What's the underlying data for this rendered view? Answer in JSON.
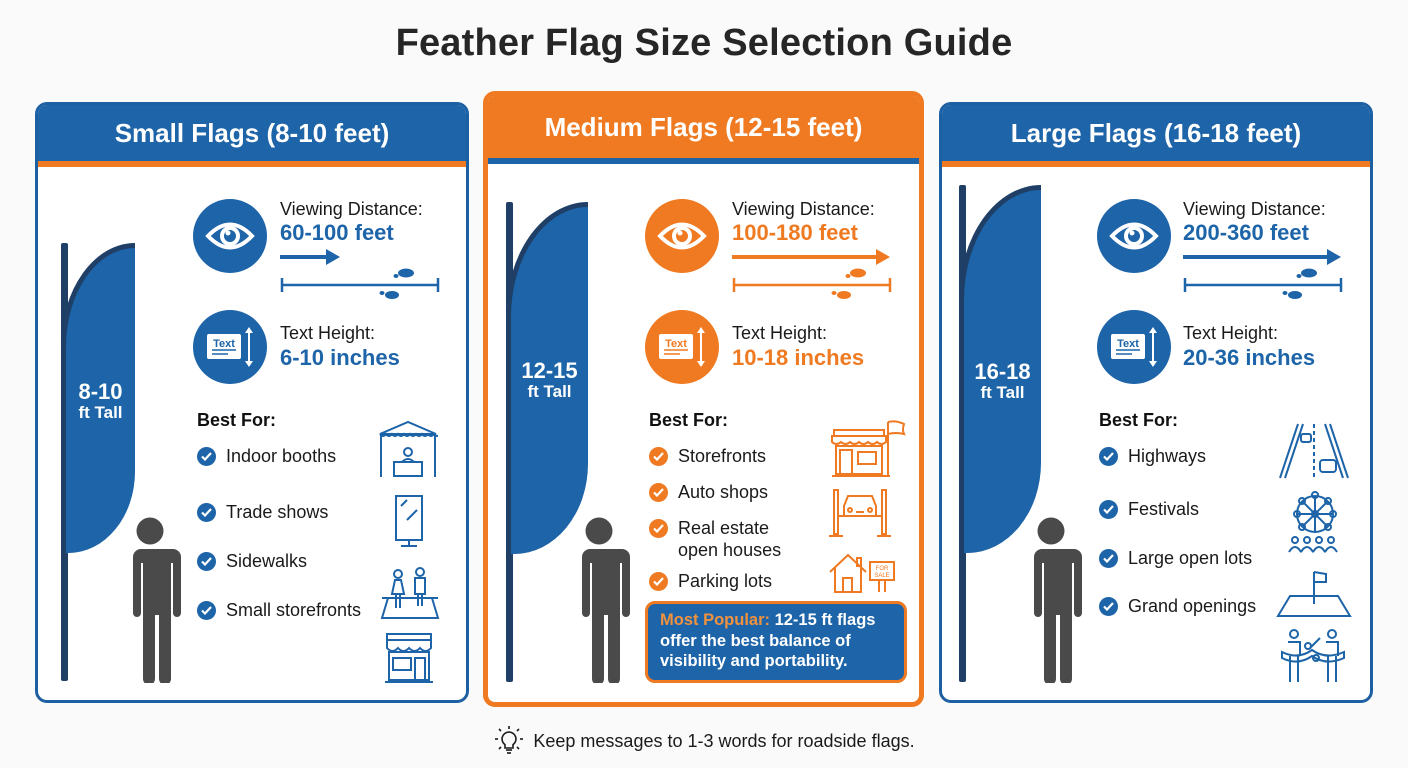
{
  "title": "Feather Flag Size Selection Guide",
  "cards": [
    {
      "header": "Small Flags (8-10 feet)",
      "theme": "blue",
      "flag_size": "8-10",
      "flag_unit": "ft Tall",
      "viewing_label": "Viewing Distance:",
      "viewing_value": "60-100 feet",
      "text_label": "Text Height:",
      "text_value": "6-10 inches",
      "icon_text": "Text",
      "best_for_label": "Best For:",
      "best_for": [
        "Indoor booths",
        "Trade shows",
        "Sidewalks",
        "Small storefronts"
      ],
      "illustrations": [
        "booth-tent-icon",
        "display-stand-icon",
        "sidewalk-pedestrians-icon",
        "small-storefront-icon"
      ]
    },
    {
      "header": "Medium Flags (12-15 feet)",
      "theme": "orange",
      "flag_size": "12-15",
      "flag_unit": "ft Tall",
      "viewing_label": "Viewing Distance:",
      "viewing_value": "100-180 feet",
      "text_label": "Text Height:",
      "text_value": "10-18 inches",
      "icon_text": "Text",
      "best_for_label": "Best For:",
      "best_for": [
        "Storefronts",
        "Auto shops",
        "Real estate\nopen houses",
        "Parking lots"
      ],
      "best_for_lines": [
        [
          "Storefronts"
        ],
        [
          "Auto shops"
        ],
        [
          "Real estate",
          "open houses"
        ],
        [
          "Parking lots"
        ]
      ],
      "illustrations": [
        "storefront-flag-icon",
        "car-lift-icon",
        "house-for-sale-icon"
      ],
      "sale_sign": "FOR SALE",
      "callout": {
        "highlight": "Most Popular:",
        "text": " 12-15 ft flags offer the best balance of visibility and portability."
      }
    },
    {
      "header": "Large Flags (16-18 feet)",
      "theme": "blue",
      "flag_size": "16-18",
      "flag_unit": "ft Tall",
      "viewing_label": "Viewing Distance:",
      "viewing_value": "200-360 feet",
      "text_label": "Text Height:",
      "text_value": "20-36 inches",
      "icon_text": "Text",
      "best_for_label": "Best For:",
      "best_for": [
        "Highways",
        "Festivals",
        "Large open lots",
        "Grand openings"
      ],
      "illustrations": [
        "highway-icon",
        "ferris-wheel-crowd-icon",
        "open-lot-flag-icon",
        "ribbon-cutting-icon"
      ]
    }
  ],
  "tip": {
    "icon": "lightbulb-icon",
    "text": "Keep messages to 1-3 words for roadside flags."
  },
  "colors": {
    "blue": "#1d64a8",
    "orange": "#ef7a21",
    "pole": "#1f3f66",
    "person": "#4a4a4a"
  }
}
